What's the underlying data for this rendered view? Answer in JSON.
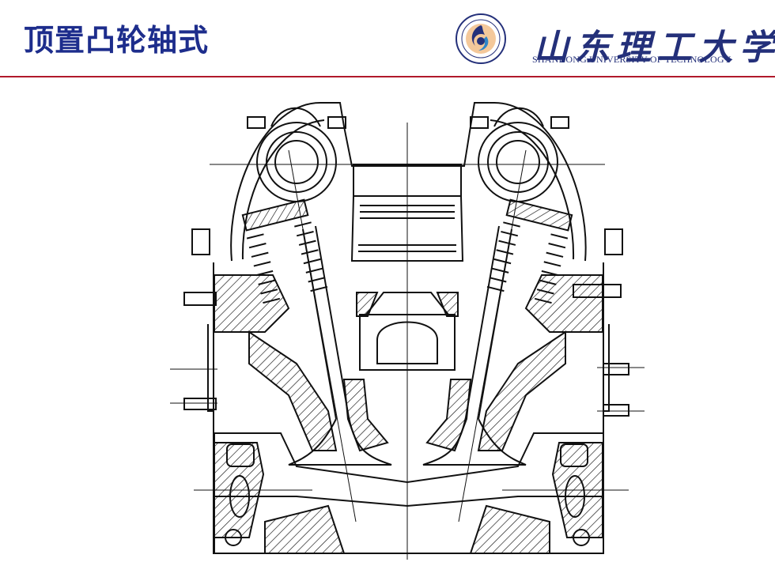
{
  "slide": {
    "title": "顶置凸轮轴式"
  },
  "logo": {
    "chinese_name": "山东理工大学",
    "english_name": "SHANDONG UNIVERSITY OF TECHNOLOGY",
    "color": "#24307a"
  },
  "colors": {
    "title": "#1d2d8c",
    "rule": "#b1192b",
    "ink": "#111111"
  }
}
